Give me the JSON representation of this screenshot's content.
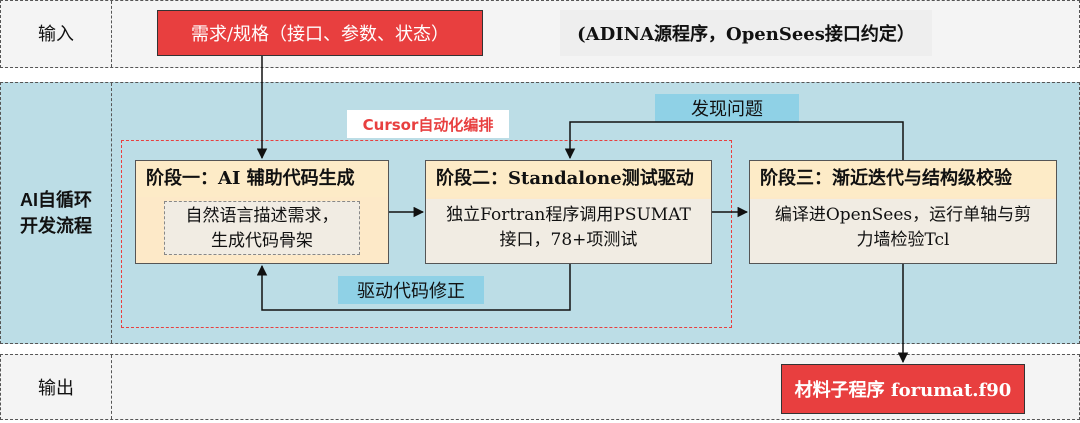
{
  "bands": {
    "input_label": "输入",
    "ai_label_line1": "AI自循环",
    "ai_label_line2": "开发流程",
    "output_label": "输出"
  },
  "input": {
    "requirement": "需求/规格（接口、参数、状态）",
    "note": "(ADINA源程序，OpenSees接口约定）"
  },
  "workflow": {
    "cursor_label": "Cursor自动化编排",
    "discover_tag": "发现问题",
    "fix_tag": "驱动代码修正",
    "stage1": {
      "title": "阶段一：AI 辅助代码生成",
      "body_line1": "自然语言描述需求，",
      "body_line2": "生成代码骨架"
    },
    "stage2": {
      "title": "阶段二：Standalone测试驱动",
      "body_line1": "独立Fortran程序调用PSUMAT",
      "body_line2": "接口，78+项测试"
    },
    "stage3": {
      "title": "阶段三：渐近迭代与结构级校验",
      "body_line1": "编译进OpenSees，运行单轴与剪",
      "body_line2": "力墙检验Tcl"
    }
  },
  "output": {
    "result": "材料子程序 forumat.f90"
  },
  "colors": {
    "red": "#e83f3f",
    "ai_band": "#bcdde6",
    "stage_fill": "#fde9c8",
    "tag_fill": "#8fd1e6"
  }
}
